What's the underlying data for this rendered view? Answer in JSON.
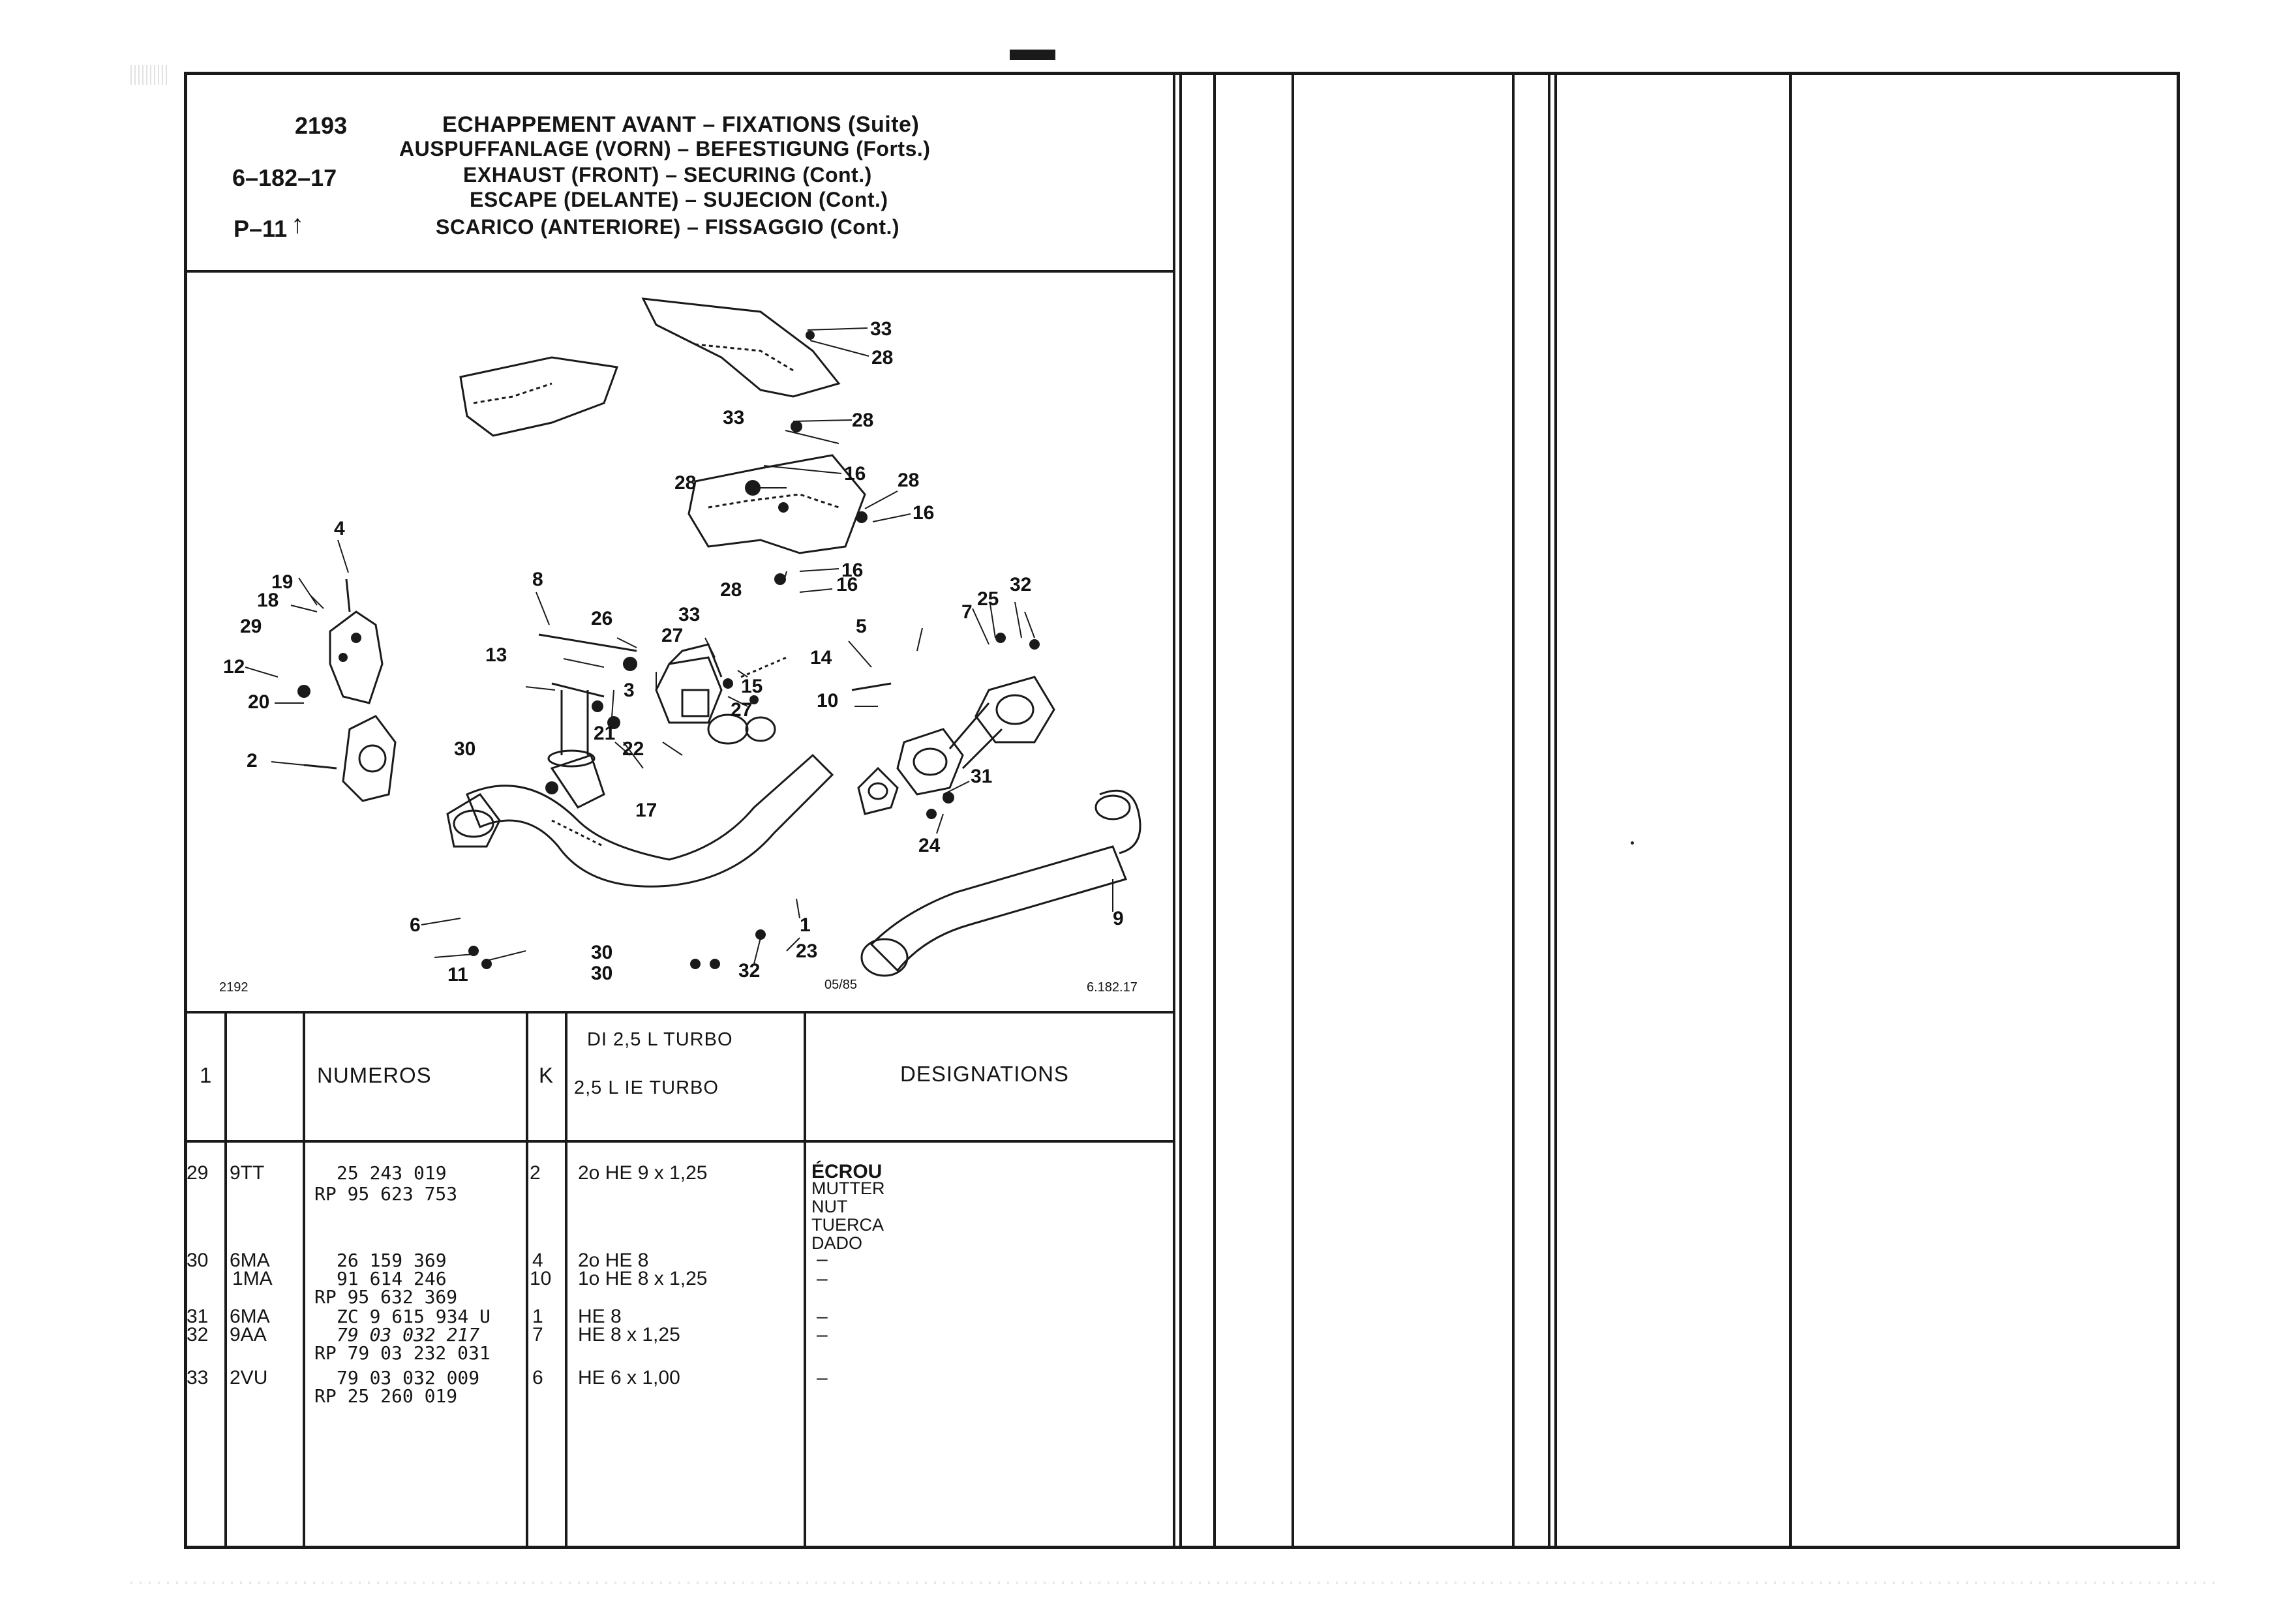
{
  "header": {
    "ref_number": "2193",
    "page_code": "6–182–17",
    "p_ref": "P–11",
    "p_arrow": "↑",
    "titles": [
      "ECHAPPEMENT AVANT – FIXATIONS (Suite)",
      "AUSPUFFANLAGE (VORN) – BEFESTIGUNG (Forts.)",
      "EXHAUST (FRONT) – SECURING (Cont.)",
      "ESCAPE (DELANTE) – SUJECION (Cont.)",
      "SCARICO (ANTERIORE) – FISSAGGIO (Cont.)"
    ]
  },
  "diagram": {
    "callouts": [
      "33",
      "28",
      "28",
      "16",
      "33",
      "28",
      "16",
      "28",
      "16",
      "28",
      "16",
      "4",
      "19",
      "18",
      "29",
      "12",
      "20",
      "2",
      "8",
      "26",
      "13",
      "3",
      "33",
      "27",
      "15",
      "27",
      "21",
      "22",
      "30",
      "17",
      "14",
      "5",
      "10",
      "7",
      "25",
      "32",
      "31",
      "24",
      "9",
      "1",
      "23",
      "32",
      "6",
      "11",
      "30",
      "30"
    ],
    "corner_left": "2192",
    "date_stamp": "05/85",
    "corner_right": "6.182.17"
  },
  "table": {
    "col_index": "1",
    "col_numeros": "NUMEROS",
    "col_k": "K",
    "col_engine_1": "DI 2,5 L TURBO",
    "col_engine_2": "2,5 L IE TURBO",
    "col_designations": "DESIGNATIONS",
    "rows": [
      {
        "idx": "29",
        "code": "9TT",
        "numbers": [
          "25 243 019",
          "RP 95 623 753"
        ],
        "k": "2",
        "spec": [
          "2o HE 9 x 1,25"
        ],
        "desig": [
          "ÉCROU",
          "MUTTER",
          "NUT",
          "TUERCA",
          "DADO"
        ]
      },
      {
        "idx": "30",
        "code": "6MA",
        "code2": "1MA",
        "numbers": [
          "26 159 369",
          "91 614 246",
          "RP 95 632 369"
        ],
        "k": "4",
        "k2": "10",
        "spec": [
          "2o HE 8",
          "1o HE 8 x 1,25"
        ],
        "desig": [
          "–",
          "–"
        ]
      },
      {
        "idx": "31",
        "code": "6MA",
        "numbers": [
          "ZC 9 615 934 U"
        ],
        "k": "1",
        "spec": [
          "HE 8"
        ],
        "desig": [
          "–"
        ]
      },
      {
        "idx": "32",
        "code": "9AA",
        "numbers": [
          "79 03 032 217",
          "RP 79 03 232 031"
        ],
        "k": "7",
        "spec": [
          "HE 8 x 1,25"
        ],
        "desig": [
          "–"
        ]
      },
      {
        "idx": "33",
        "code": "2VU",
        "numbers": [
          "79 03 032 009",
          "RP 25 260 019"
        ],
        "k": "6",
        "spec": [
          "HE 6 x 1,00"
        ],
        "desig": [
          "–"
        ]
      }
    ]
  }
}
